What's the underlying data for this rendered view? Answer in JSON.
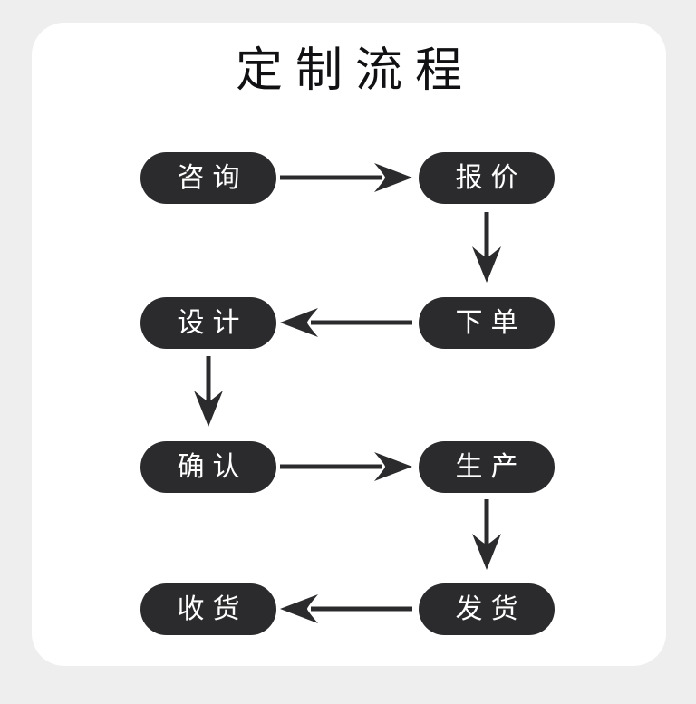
{
  "theme": {
    "page_background": "#eeeeee",
    "card_background": "#ffffff",
    "node_fill": "#2b2b2e",
    "node_text": "#ffffff",
    "title_color": "#111114",
    "arrow_color": "#2b2b2e"
  },
  "diagram": {
    "title": "定制流程",
    "type": "flowchart",
    "layout": "serpentine-two-column",
    "rows": 4,
    "columns": 2,
    "nodes": [
      {
        "id": "n1",
        "label": "咨询",
        "row": 1,
        "column": "left",
        "order": 1
      },
      {
        "id": "n2",
        "label": "报价",
        "row": 1,
        "column": "right",
        "order": 2
      },
      {
        "id": "n3",
        "label": "下单",
        "row": 2,
        "column": "right",
        "order": 3
      },
      {
        "id": "n4",
        "label": "设计",
        "row": 2,
        "column": "left",
        "order": 4
      },
      {
        "id": "n5",
        "label": "确认",
        "row": 3,
        "column": "left",
        "order": 5
      },
      {
        "id": "n6",
        "label": "生产",
        "row": 3,
        "column": "right",
        "order": 6
      },
      {
        "id": "n7",
        "label": "发货",
        "row": 4,
        "column": "right",
        "order": 7
      },
      {
        "id": "n8",
        "label": "收货",
        "row": 4,
        "column": "left",
        "order": 8
      }
    ],
    "edges": [
      {
        "id": "e1",
        "from": "咨询",
        "to": "报价",
        "direction": "right"
      },
      {
        "id": "e2",
        "from": "报价",
        "to": "下单",
        "direction": "down"
      },
      {
        "id": "e3",
        "from": "下单",
        "to": "设计",
        "direction": "left"
      },
      {
        "id": "e4",
        "from": "设计",
        "to": "确认",
        "direction": "down"
      },
      {
        "id": "e5",
        "from": "确认",
        "to": "生产",
        "direction": "right"
      },
      {
        "id": "e6",
        "from": "生产",
        "to": "发货",
        "direction": "down"
      },
      {
        "id": "e7",
        "from": "发货",
        "to": "收货",
        "direction": "left"
      }
    ]
  }
}
